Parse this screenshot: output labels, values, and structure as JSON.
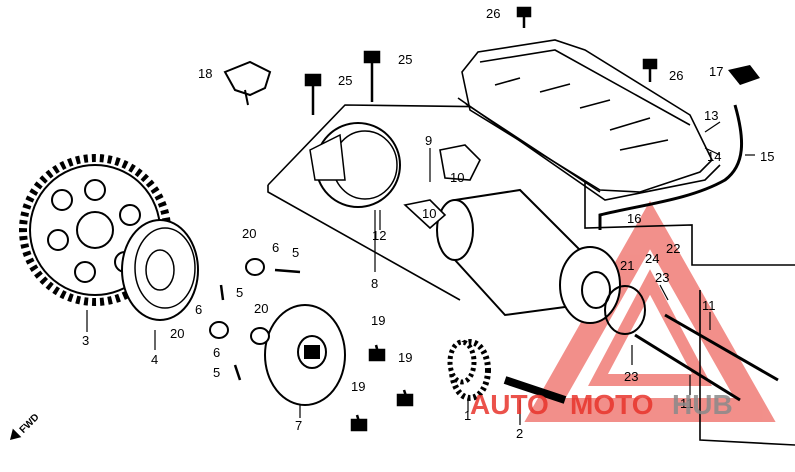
{
  "diagram": {
    "callouts": {
      "c26a": "26",
      "c25a": "25",
      "c25b": "25",
      "c18": "18",
      "c26b": "26",
      "c17": "17",
      "c13": "13",
      "c14": "14",
      "c15": "15",
      "c9": "9",
      "c10a": "10",
      "c10b": "10",
      "c12": "12",
      "c8": "8",
      "c16": "16",
      "c22": "22",
      "c21": "21",
      "c24": "24",
      "c23a": "23",
      "c11a": "11",
      "c23b": "23",
      "c11b": "11",
      "c3": "3",
      "c4": "4",
      "c20a": "20",
      "c6a": "6",
      "c5a": "5",
      "c5b": "5",
      "c6b": "6",
      "c20b": "20",
      "c20c": "20",
      "c6c": "6",
      "c5c": "5",
      "c19a": "19",
      "c19b": "19",
      "c19c": "19",
      "c7": "7",
      "c1": "1",
      "c2": "2"
    },
    "fwd_label": "FWD",
    "watermark": {
      "part1": "AUTO",
      "part2": "MOTO",
      "part3": "HUB"
    },
    "colors": {
      "ink": "#000000",
      "watermark_red": "#e8342c",
      "watermark_grey": "#8a8a8a"
    }
  }
}
